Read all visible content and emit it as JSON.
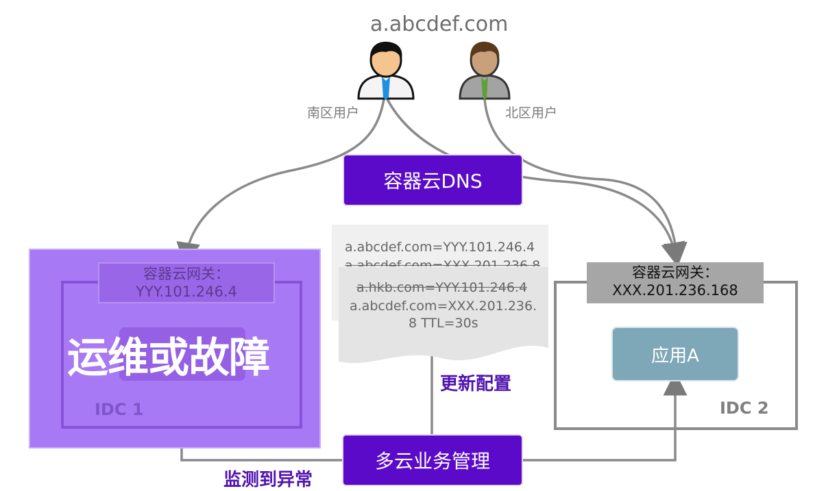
{
  "domain": "a.abcdef.com",
  "users": {
    "south": {
      "label": "南区用户"
    },
    "north": {
      "label": "北区用户"
    }
  },
  "dns": {
    "label": "容器云DNS"
  },
  "manager": {
    "label": "多云业务管理"
  },
  "idc1": {
    "label": "IDC 1",
    "gateway_title": "容器云网关：",
    "gateway_ip": "YYY.101.246.4",
    "overlay_text": "运维或故障"
  },
  "idc2": {
    "label": "IDC 2",
    "gateway_title": "容器云网关：",
    "gateway_ip": "XXX.201.236.168",
    "app_label": "应用A"
  },
  "config_doc": {
    "line1": "a.abcdef.com=YYY.101.246.4",
    "line2": "a.abcdef.com=XXX.201.236.8",
    "line3": "a.hkb.com=YYY.101.246.4",
    "line4": "a.abcdef.com=XXX.201.236.",
    "line5": "8 TTL=30s"
  },
  "actions": {
    "update_config": "更新配置",
    "monitor_anomaly": "监测到异常"
  },
  "colors": {
    "purple": "#5a0ac8",
    "overlay": "#a879f5",
    "gray": "#8a8a8a",
    "app": "#7ea7b8"
  }
}
